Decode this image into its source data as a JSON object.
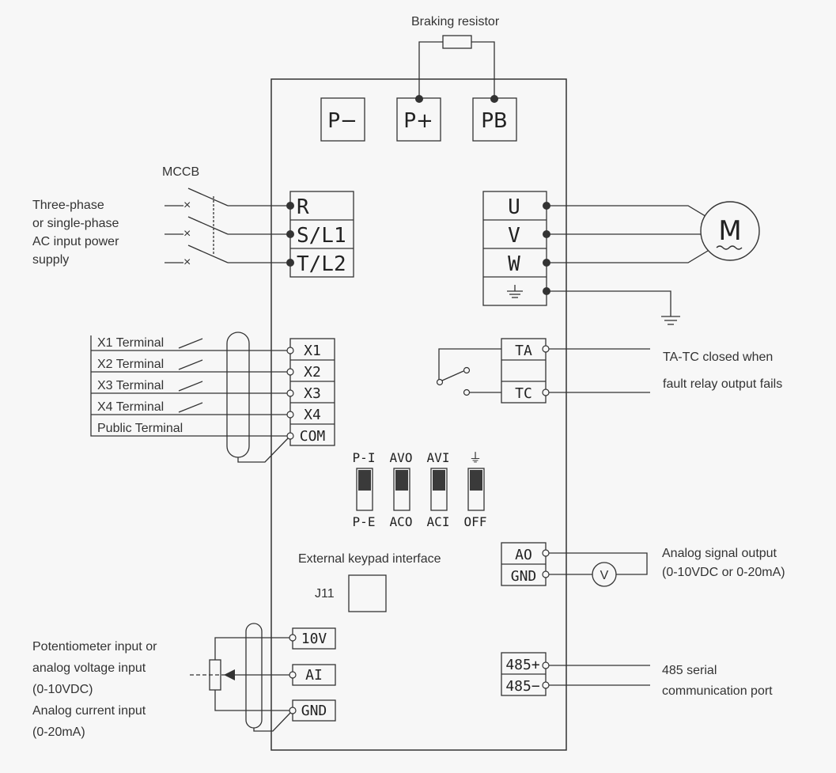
{
  "labels": {
    "braking_resistor": "Braking resistor",
    "mccb": "MCCB",
    "power_supply": [
      "Three-phase",
      "or single-phase",
      "AC input power",
      "supply"
    ],
    "terminals_left": [
      "X1 Terminal",
      "X2 Terminal",
      "X3 Terminal",
      "X4 Terminal",
      "Public Terminal"
    ],
    "relay_note": [
      "TA-TC closed when",
      "fault relay output fails"
    ],
    "keypad": "External keypad interface",
    "analog_output": [
      "Analog signal output",
      "(0-10VDC or 0-20mA)"
    ],
    "potentiometer": [
      "Potentiometer input or",
      "analog voltage  input",
      "(0-10VDC)",
      "Analog current input",
      "(0-20mA)"
    ],
    "rs485": [
      "485 serial",
      "communication port"
    ]
  },
  "dc_bus": [
    "P−",
    "P+",
    "PB"
  ],
  "input_terminals": [
    "R",
    "S/L1",
    "T/L2"
  ],
  "output_terminals": [
    "U",
    "V",
    "W"
  ],
  "motor": "M",
  "digital_inputs": [
    "X1",
    "X2",
    "X3",
    "X4",
    "COM"
  ],
  "relay_terminals": [
    "TA",
    "TC"
  ],
  "switches": {
    "top": [
      "P-I",
      "AVO",
      "AVI",
      "⏚"
    ],
    "bottom": [
      "P-E",
      "ACO",
      "ACI",
      "OFF"
    ]
  },
  "keypad_connector": "J11",
  "analog_out_terminals": [
    "AO",
    "GND"
  ],
  "meter": "V",
  "analog_in_terminals": [
    "10V",
    "AI",
    "GND"
  ],
  "rs485_terminals": [
    "485+",
    "485−"
  ]
}
